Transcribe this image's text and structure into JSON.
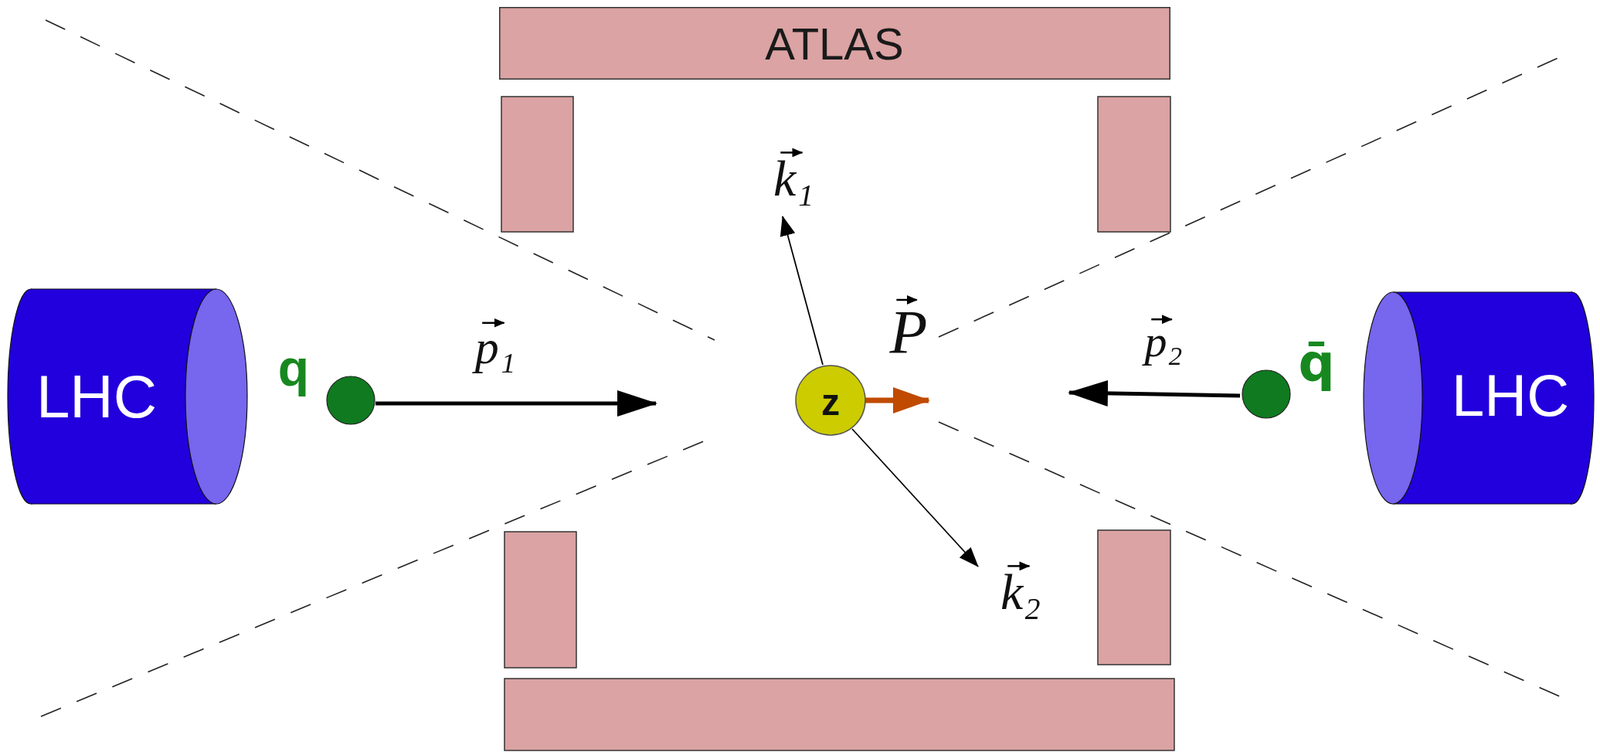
{
  "diagram": {
    "nodes": [
      {
        "text": [
          "ATLAS"
        ]
      },
      {
        "text": [
          "LHC"
        ]
      },
      {
        "text": [
          "q"
        ]
      },
      {
        "text": [
          "z"
        ]
      },
      {
        "text": [
          "q̄"
        ]
      },
      {
        "text": [
          "LHC"
        ]
      }
    ],
    "labels": [
      "k₁",
      "p₁",
      "P",
      "p₂",
      "k₂"
    ]
  }
}
